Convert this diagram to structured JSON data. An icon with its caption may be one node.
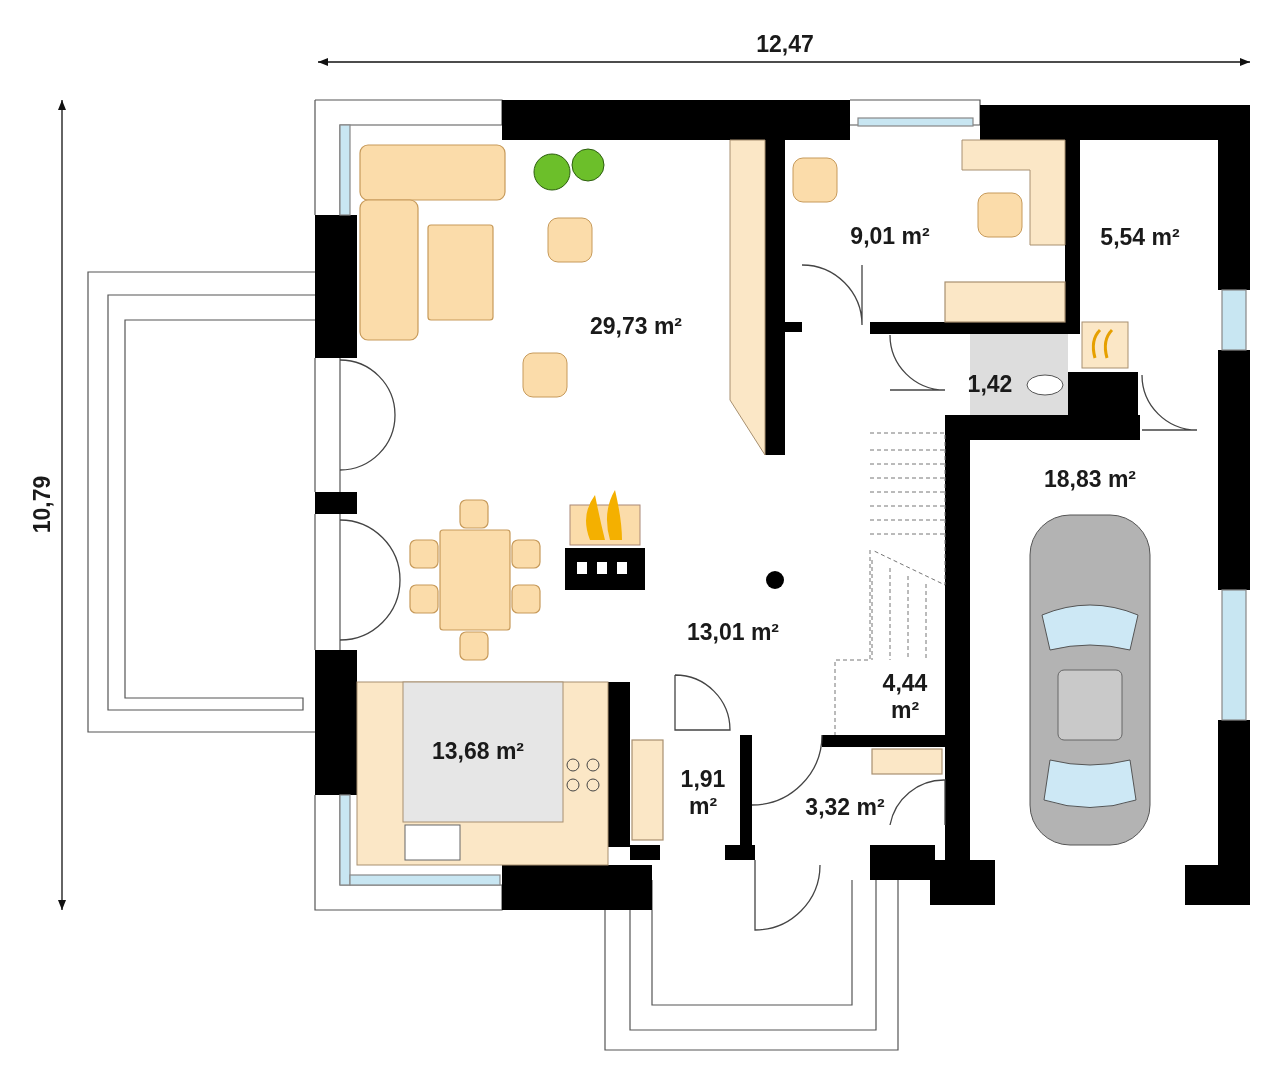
{
  "diagram": {
    "labels": [
      "12,47",
      "10,79",
      "9,01 m²",
      "5,54 m²",
      "29,73 m²",
      "1,42",
      "18,83 m²",
      "13,01 m²",
      "4,44 m²",
      "13,68 m²",
      "1,91 m²",
      "3,32 m²"
    ]
  }
}
